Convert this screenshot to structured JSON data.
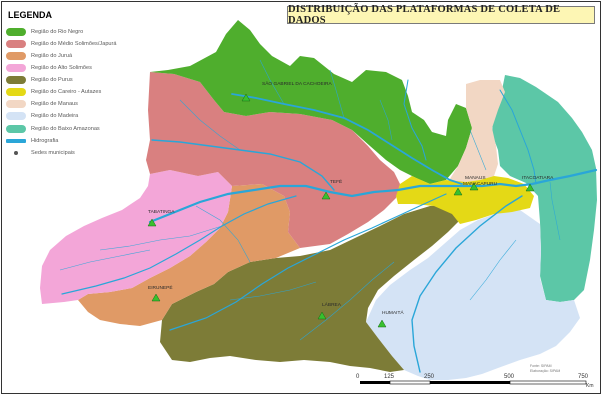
{
  "title": "DISTRIBUIÇÃO DAS PLATAFORMAS DE COLETA DE DADOS",
  "legend": {
    "title": "LEGENDA",
    "items": [
      {
        "label": "Região do Rio Negro",
        "color": "#4fae2d",
        "kind": "region"
      },
      {
        "label": "Região do Médio Solimões/Japurá",
        "color": "#d98080",
        "kind": "region"
      },
      {
        "label": "Região do Juruá",
        "color": "#e09a66",
        "kind": "region"
      },
      {
        "label": "Região do Alto Solimões",
        "color": "#f3a6d8",
        "kind": "region"
      },
      {
        "label": "Região do Purus",
        "color": "#7d7c37",
        "kind": "region"
      },
      {
        "label": "Região do Careiro - Autazes",
        "color": "#e4d916",
        "kind": "region"
      },
      {
        "label": "Região de Manaus",
        "color": "#f2d7c4",
        "kind": "region"
      },
      {
        "label": "Região do Madeira",
        "color": "#d4e3f5",
        "kind": "region"
      },
      {
        "label": "Região do Baixo Amazonas",
        "color": "#5cc7a7",
        "kind": "region"
      },
      {
        "label": "Hidrografia",
        "color": "#2aa6d8",
        "kind": "river"
      },
      {
        "label": "Sedes municipais",
        "color": "#555555",
        "kind": "seat"
      }
    ]
  },
  "cities": [
    {
      "name": "SÃO GABRIEL DA CACHOEIRA"
    },
    {
      "name": "TEFÉ"
    },
    {
      "name": "TABATINGA"
    },
    {
      "name": "MANAUS"
    },
    {
      "name": "MANACAPURU"
    },
    {
      "name": "ITACOATIARA"
    },
    {
      "name": "EIRUNEPÉ"
    },
    {
      "name": "LÁBREA"
    },
    {
      "name": "HUMAITÁ"
    }
  ],
  "scale": {
    "ticks": [
      "0",
      "125",
      "250",
      "500",
      "750"
    ],
    "unit": "Km"
  },
  "credits": [
    "Fonte: SIPAM",
    "Elaboração: SIPAM"
  ],
  "colors": {
    "river": "#2aa6d8",
    "platform": "#38c02e",
    "frame": "#333333"
  }
}
